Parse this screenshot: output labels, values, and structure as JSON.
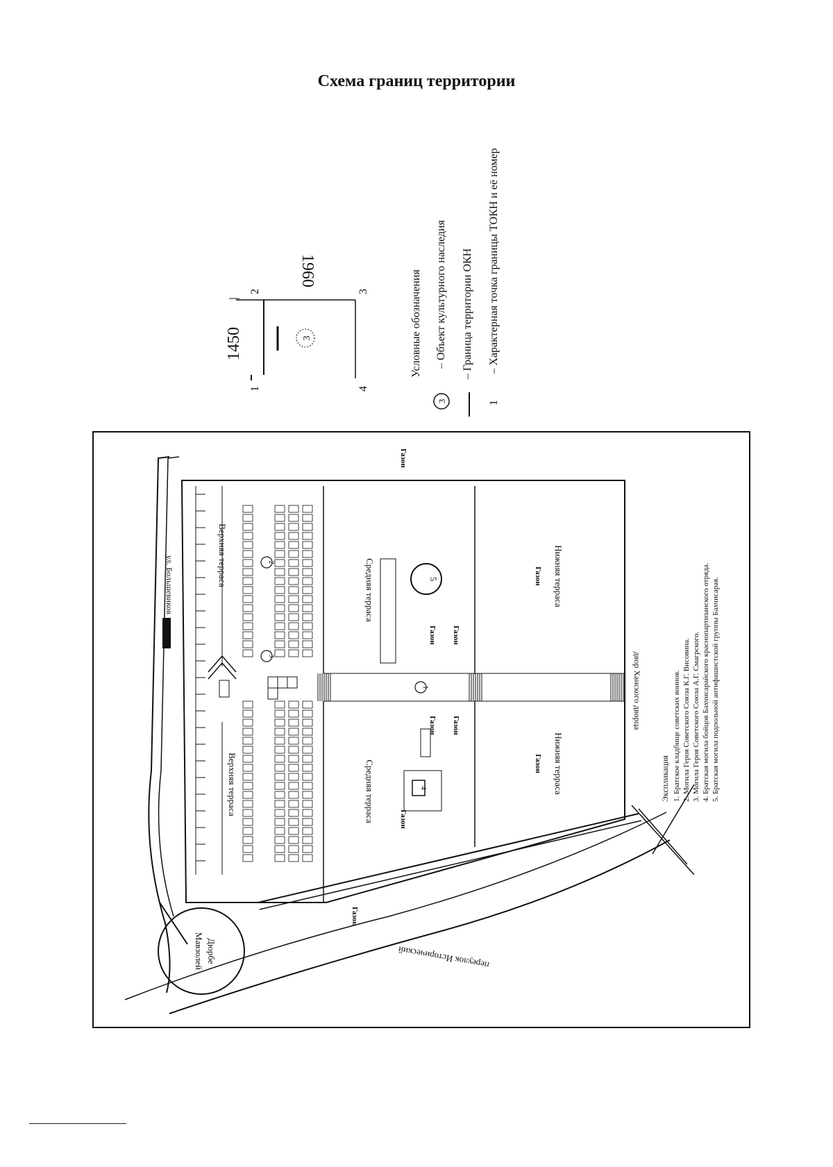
{
  "title": "Схема границ территории",
  "detail": {
    "width_label": "1450",
    "length_label": "1960",
    "object_number": "3",
    "points": [
      "1",
      "2",
      "3",
      "4"
    ]
  },
  "legend": {
    "heading": "Условные обозначения",
    "object_symbol": "3",
    "object_label": "– Объект культурного наследия",
    "boundary_label": "– Граница территории ОКН",
    "point_symbol": "1",
    "point_label": "– Характерная точка границы ТОКН и её номер"
  },
  "plan": {
    "street_top": "ул. Большевиков",
    "street_bottom": "переулок Исторический",
    "courtyard": "двор Ханского дворца",
    "museum": [
      "Мавзолей",
      "Дюрбе"
    ],
    "upper_terrace": "Верхняя терраса",
    "middle_terrace": "Средняя терраса",
    "lower_terrace": "Нижняя терраса",
    "lawn": "Газон",
    "markers": [
      "1",
      "2",
      "3",
      "4",
      "5"
    ]
  },
  "explication": {
    "heading": "Экспликация",
    "items": [
      "1. Братское кладбище советских воинов.",
      "2. Могила Героя Советского Союза К.Г. Висовина.",
      "3. Могила Героя Советского Союза А.Г. Смагрского.",
      "4. Братская могила бойцов Бахчисарайского краснопартизанского отряда.",
      "5. Братская могила подпольной антифашистской группы Бахчисарая."
    ]
  }
}
